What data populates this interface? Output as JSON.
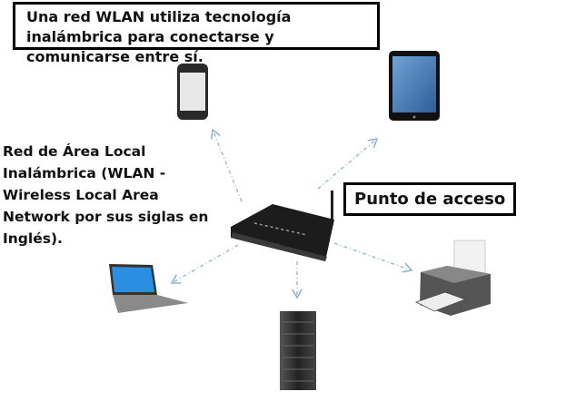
{
  "caption": "Una red WLAN utiliza tecnología inalámbrica para conectarse y comunicarse entre sí.",
  "side_label": {
    "lines": [
      "Red de Área Local",
      "Inalámbrica (WLAN -",
      "Wireless Local Area",
      "Network por sus siglas en",
      "Inglés)."
    ]
  },
  "access_point_label": "Punto de acceso",
  "colors": {
    "arrow": "#8fb3cc",
    "tablet_screen": "#3d78b5",
    "laptop_screen": "#2a8fe0"
  }
}
